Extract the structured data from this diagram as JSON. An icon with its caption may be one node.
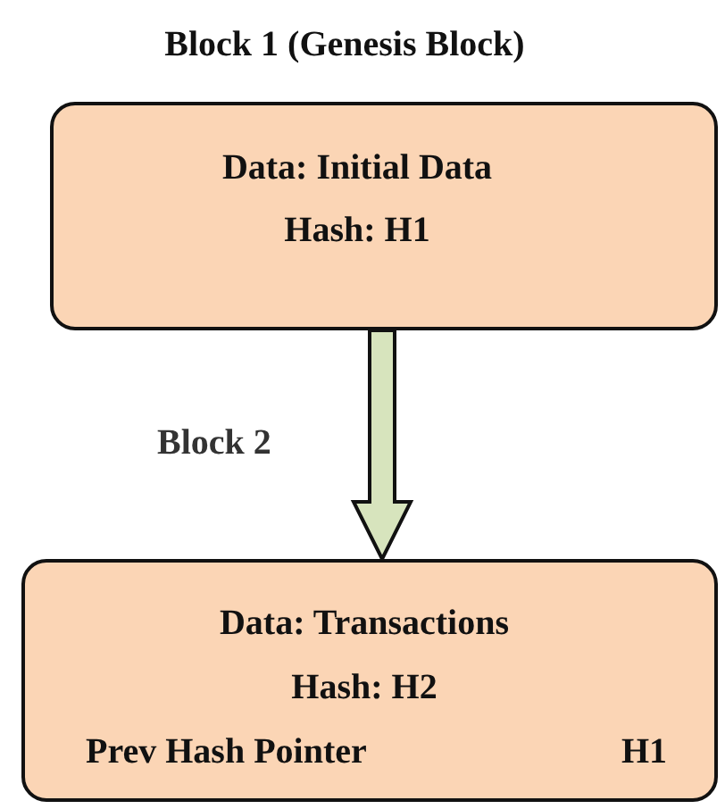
{
  "diagram": {
    "nodes": [
      {
        "text": [
          "Block 1 (Genesis Block)",
          "Data: Initial Data",
          "Hash: H1"
        ]
      },
      {
        "text": [
          "Data: Transactions",
          "Hash: H2",
          "Prev Hash Pointer",
          "H1"
        ]
      }
    ],
    "edges": [
      {
        "from": 0,
        "to": 1,
        "arrow": "to",
        "label": "Block 2"
      }
    ]
  }
}
